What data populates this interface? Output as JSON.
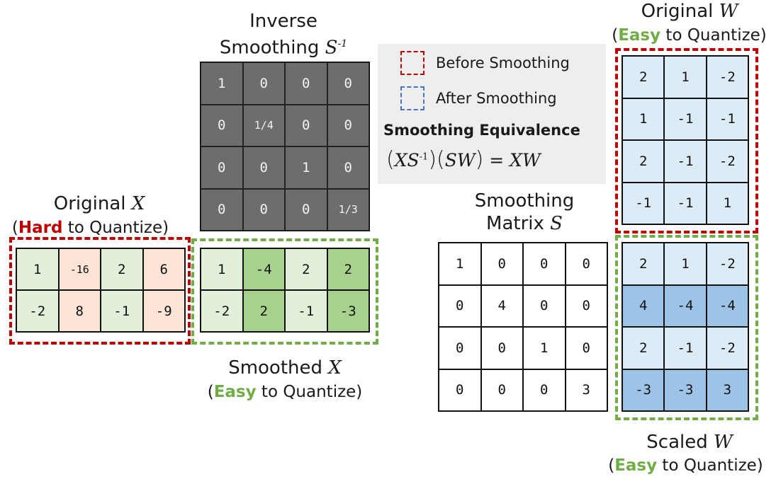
{
  "inverse": {
    "title_line1": "Inverse",
    "title_line2": "Smoothing",
    "symbol": "S",
    "superscript": "-1",
    "cells": [
      [
        "1",
        "0",
        "0",
        "0"
      ],
      [
        "0",
        "1/4",
        "0",
        "0"
      ],
      [
        "0",
        "0",
        "1",
        "0"
      ],
      [
        "0",
        "0",
        "0",
        "1/3"
      ]
    ]
  },
  "original_x": {
    "title": "Original",
    "symbol": "X",
    "sub_open": "(",
    "sub_strong": "Hard",
    "sub_rest": " to Quantize)",
    "cells": [
      [
        "1",
        "-16",
        "2",
        "6"
      ],
      [
        "-2",
        "8",
        "-1",
        "-9"
      ]
    ],
    "highlight_columns": [
      1,
      3
    ],
    "colors": {
      "normal": "#e2efda",
      "highlight": "#fce4d6"
    }
  },
  "smoothed_x": {
    "title": "Smoothed",
    "symbol": "X",
    "sub_open": "(",
    "sub_strong": "Easy",
    "sub_rest": " to Quantize)",
    "cells": [
      [
        "1",
        "-4",
        "2",
        "2"
      ],
      [
        "-2",
        "2",
        "-1",
        "-3"
      ]
    ],
    "highlight_columns": [
      1,
      3
    ],
    "colors": {
      "normal": "#e2efda",
      "highlight": "#a9d18e"
    }
  },
  "smoothing": {
    "title_line1": "Smoothing",
    "title_line2": "Matrix",
    "symbol": "S",
    "cells": [
      [
        "1",
        "0",
        "0",
        "0"
      ],
      [
        "0",
        "4",
        "0",
        "0"
      ],
      [
        "0",
        "0",
        "1",
        "0"
      ],
      [
        "0",
        "0",
        "0",
        "3"
      ]
    ]
  },
  "original_w": {
    "title": "Original",
    "symbol": "W",
    "sub_open": "(",
    "sub_strong": "Easy",
    "sub_rest": " to Quantize)",
    "cells": [
      [
        "2",
        "1",
        "-2"
      ],
      [
        "1",
        "-1",
        "-1"
      ],
      [
        "2",
        "-1",
        "-2"
      ],
      [
        "-1",
        "-1",
        "1"
      ]
    ],
    "colors": {
      "normal": "#ddebf7"
    }
  },
  "scaled_w": {
    "title": "Scaled",
    "symbol": "W",
    "sub_open": "(",
    "sub_strong": "Easy",
    "sub_rest": " to Quantize)",
    "cells": [
      [
        "2",
        "1",
        "-2"
      ],
      [
        "4",
        "-4",
        "-4"
      ],
      [
        "2",
        "-1",
        "-2"
      ],
      [
        "-3",
        "-3",
        "3"
      ]
    ],
    "highlight_rows": [
      1,
      3
    ],
    "colors": {
      "normal": "#ddebf7",
      "highlight": "#9dc3e6"
    }
  },
  "legend": {
    "before": "Before Smoothing",
    "after": "After Smoothing",
    "equivalence_title": "Smoothing Equivalence",
    "eq_x": "XS",
    "eq_sup": "-1",
    "eq_sw": "SW",
    "eq_equals": "=",
    "eq_rhs": "XW",
    "colors": {
      "before": "#c00000",
      "after": "#4472c4",
      "background": "#eeeeee"
    }
  },
  "colors": {
    "hard": "#c00000",
    "easy": "#70ad47",
    "dark_cell": "#6d6d6d"
  }
}
